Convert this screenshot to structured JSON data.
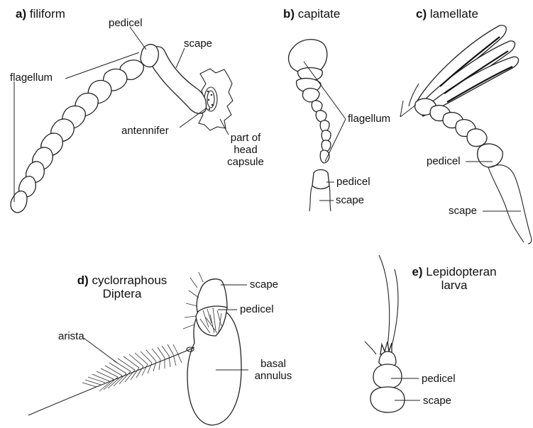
{
  "panels": {
    "a": {
      "letter": "a)",
      "name": "filiform",
      "labels": {
        "pedicel": "pedicel",
        "scape": "scape",
        "flagellum": "flagellum",
        "antennifer": "antennifer",
        "head_capsule": [
          "part of",
          "head",
          "capsule"
        ]
      }
    },
    "b": {
      "letter": "b)",
      "name": "capitate",
      "labels": {
        "flagellum": "flagellum",
        "pedicel": "pedicel",
        "scape": "scape"
      }
    },
    "c": {
      "letter": "c)",
      "name": "lamellate",
      "labels": {
        "pedicel": "pedicel",
        "scape": "scape"
      }
    },
    "d": {
      "letter": "d)",
      "name": [
        "cyclorraphous",
        "Diptera"
      ],
      "labels": {
        "scape": "scape",
        "pedicel": "pedicel",
        "arista": "arista",
        "basal_annulus": [
          "basal",
          "annulus"
        ]
      }
    },
    "e": {
      "letter": "e)",
      "name": [
        "Lepidopteran",
        "larva"
      ],
      "labels": {
        "pedicel": "pedicel",
        "scape": "scape"
      }
    }
  }
}
